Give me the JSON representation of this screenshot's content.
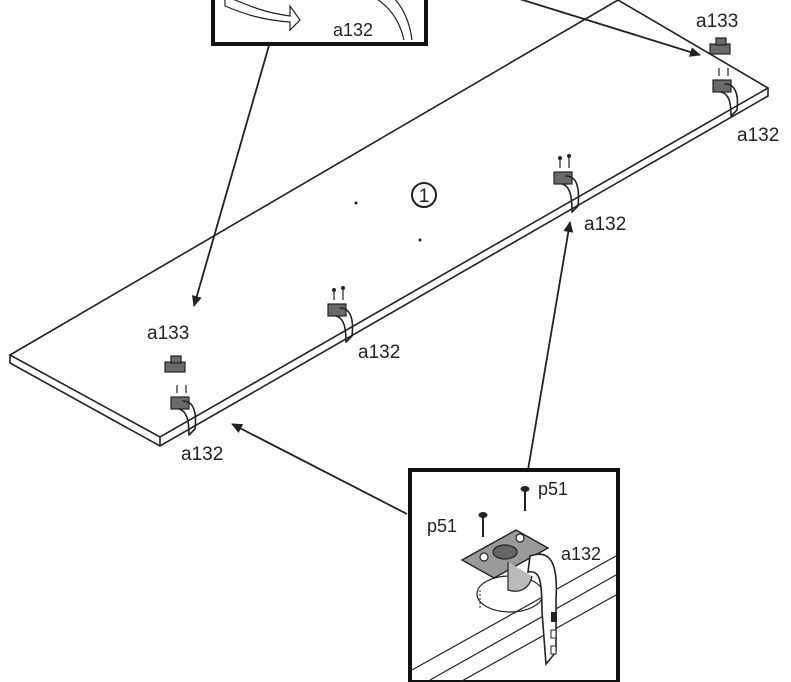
{
  "diagram": {
    "panel_number": "1",
    "labels": {
      "top_right_a133": "a133",
      "top_right_a132": "a132",
      "mid_right_a132": "a132",
      "mid_a132": "a132",
      "left_a133": "a133",
      "left_a132": "a132",
      "top_inset_a132": "a132",
      "inset_p51_left": "p51",
      "inset_p51_right": "p51",
      "inset_a132": "a132"
    }
  }
}
